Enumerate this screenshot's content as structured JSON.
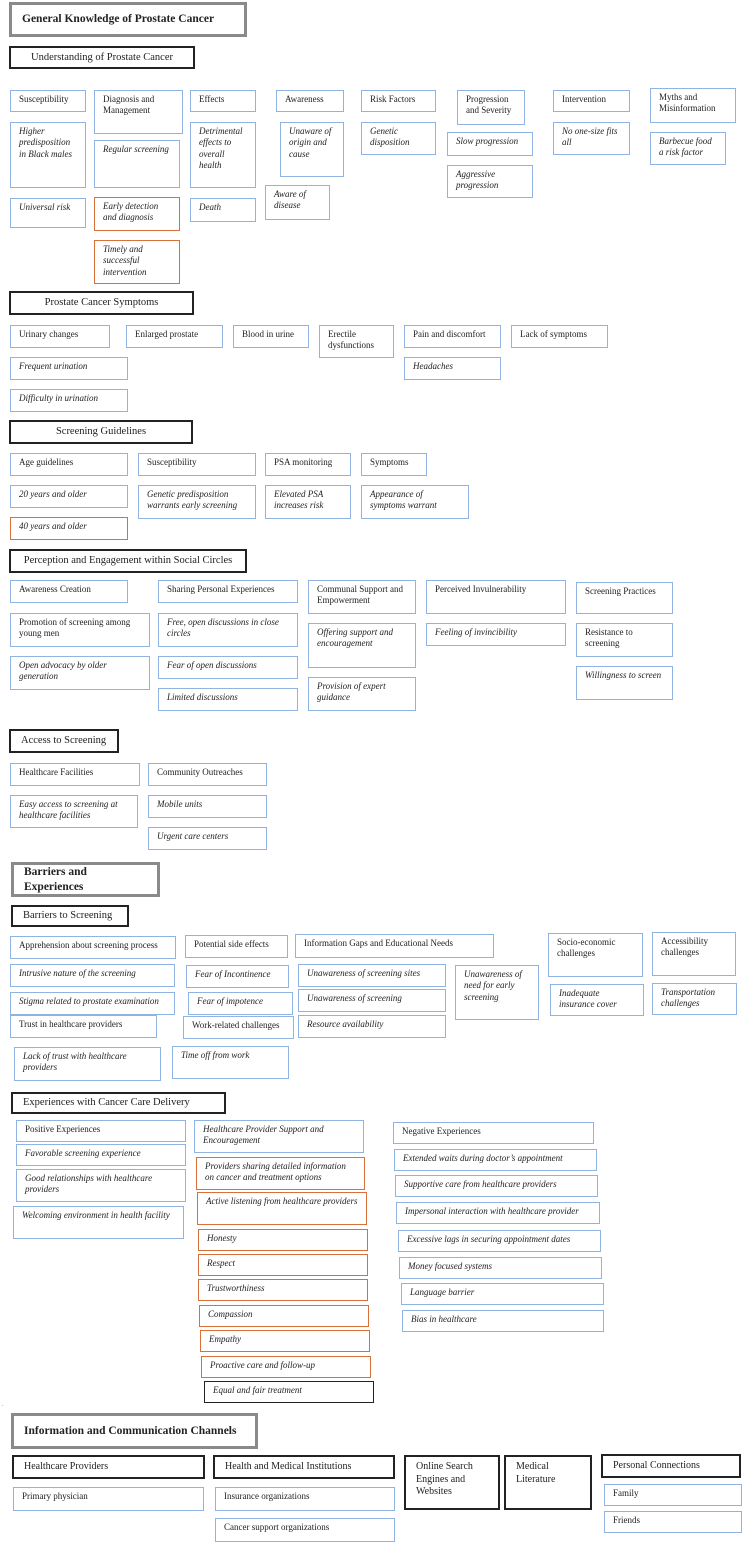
{
  "main": {
    "general": "General Knowledge of Prostate Cancer",
    "barriers": "Barriers and Experiences",
    "information": "Information and Communication Channels"
  },
  "understanding": {
    "title": "Understanding of Prostate Cancer",
    "susceptibility": "Susceptibility",
    "higher_predisposition": "Higher predisposition in Black males",
    "universal_risk": "Universal risk",
    "diagnosis": "Diagnosis and Management",
    "regular_screening": "Regular screening",
    "early_detection": "Early detection and diagnosis",
    "timely_intervention": "Timely and successful intervention",
    "effects": "Effects",
    "detrimental": "Detrimental effects to overall health",
    "death": "Death",
    "awareness": "Awareness",
    "unaware": "Unaware of origin and cause",
    "aware": "Aware of disease",
    "risk_factors": "Risk Factors",
    "genetic": "Genetic disposition",
    "progression": "Progression and Severity",
    "slow": "Slow progression",
    "aggressive": "Aggressive progression",
    "intervention": "Intervention",
    "no_one_size": "No one-size fits all",
    "myths": "Myths and Misinformation",
    "barbecue": "Barbecue food a risk factor"
  },
  "symptoms": {
    "title": "Prostate Cancer Symptoms",
    "urinary": "Urinary changes",
    "frequent": "Frequent urination",
    "difficulty": "Difficulty in urination",
    "enlarged": "Enlarged prostate",
    "blood": "Blood in urine",
    "erectile": "Erectile dysfunctions",
    "pain": "Pain and discomfort",
    "headaches": "Headaches",
    "lack": "Lack of symptoms"
  },
  "guidelines": {
    "title": "Screening Guidelines",
    "age": "Age guidelines",
    "twenty": "20 years and older",
    "forty": "40 years and older",
    "susceptibility": "Susceptibility",
    "genetic": "Genetic predisposition warrants early screening",
    "psa": "PSA monitoring",
    "elevated": "Elevated PSA increases risk",
    "symptoms": "Symptoms",
    "appearance": "Appearance of symptoms warrant"
  },
  "perception": {
    "title": "Perception and Engagement within Social Circles",
    "awareness": "Awareness Creation",
    "promotion": "Promotion of screening among young men",
    "open_advocacy": "Open advocacy by older generation",
    "sharing": "Sharing Personal Experiences",
    "free_open": "Free, open discussions in close circles",
    "fear_open": "Fear of open discussions",
    "limited": "Limited discussions",
    "communal": "Communal Support and Empowerment",
    "offering": "Offering support and encouragement",
    "expert": "Provision of expert guidance",
    "invulnerability": "Perceived Invulnerability",
    "invincibility": "Feeling of invincibility",
    "practices": "Screening Practices",
    "resistance": "Resistance to screening",
    "willingness": "Willingness to screen"
  },
  "access": {
    "title": "Access to Screening",
    "facilities": "Healthcare Facilities",
    "easy_access": "Easy access to screening at healthcare facilities",
    "outreaches": "Community Outreaches",
    "mobile": "Mobile units",
    "urgent": "Urgent care centers"
  },
  "screening_barriers": {
    "title": "Barriers to Screening",
    "apprehension": "Apprehension about screening process",
    "intrusive": "Intrusive nature of the screening",
    "stigma": "Stigma related to prostate examination",
    "trust": "Trust in healthcare providers",
    "lack_trust": "Lack of trust with healthcare providers",
    "side_effects": "Potential side effects",
    "incontinence": "Fear of Incontinence",
    "impotence": "Fear of impotence",
    "work": "Work-related challenges",
    "time_off": "Time off from work",
    "info_gaps": "Information Gaps and Educational Needs",
    "unaware_sites": "Unawareness of screening sites",
    "unaware_screening": "Unawareness of screening",
    "resource": "Resource availability",
    "unaware_need": "Unawareness of need for early screening",
    "socio": "Socio-economic challenges",
    "insurance": "Inadequate insurance cover",
    "accessibility": "Accessibility challenges",
    "transportation": "Transportation challenges"
  },
  "care": {
    "title": "Experiences with Cancer Care Delivery",
    "positive": "Positive Experiences",
    "favorable": "Favorable screening experience",
    "good_relationships": "Good relationships with healthcare providers",
    "welcoming": "Welcoming environment in health facility",
    "provider_support": "Healthcare Provider Support and Encouragement",
    "sharing_info": "Providers sharing detailed information on cancer and treatment options",
    "active_listening": "Active listening from healthcare providers",
    "honesty": "Honesty",
    "respect": "Respect",
    "trustworthiness": "Trustworthiness",
    "compassion": "Compassion",
    "empathy": "Empathy",
    "proactive": "Proactive care and follow-up",
    "equal": "Equal and fair treatment",
    "negative": "Negative Experiences",
    "extended_waits": "Extended waits during doctor’s appointment",
    "supportive": "Supportive care from healthcare providers",
    "impersonal": "Impersonal interaction with healthcare provider",
    "excessive_lags": "Excessive lags in securing appointment dates",
    "money": "Money focused systems",
    "language": "Language barrier",
    "bias": "Bias in healthcare"
  },
  "channels": {
    "providers": "Healthcare Providers",
    "primary": "Primary physician",
    "institutions": "Health and Medical Institutions",
    "insurance": "Insurance organizations",
    "cancer_support": "Cancer support organizations",
    "online": "Online Search Engines and Websites",
    "literature": "Medical Literature",
    "personal": "Personal Connections",
    "family": "Family",
    "friends": "Friends"
  },
  "stray_mark": "."
}
